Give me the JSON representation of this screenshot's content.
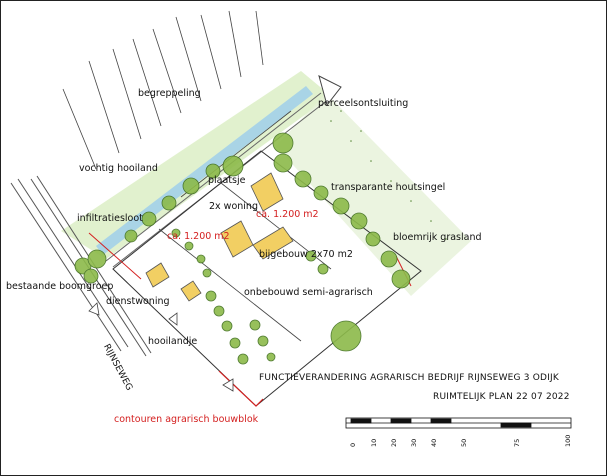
{
  "labels": {
    "begreppeling": "begreppeling",
    "perceelsontsluiting": "perceelsontsluiting",
    "vochtig_hooiland": "vochtig hooiland",
    "plaatsje": "plaatsje",
    "transparante_houtsingel": "transparante houtsingel",
    "infiltratiesloot": "infiltratiesloot",
    "woning": "2x woning",
    "area_1": "ca. 1.200 m2",
    "area_2": "ca. 1.200 m2",
    "bloemrijk_grasland": "bloemrijk grasland",
    "bijgebouw": "bijgebouw 2x70 m2",
    "bestaande_boomgroep": "bestaande boomgroep",
    "dienstwoning": "dienstwoning",
    "onbebouwd": "onbebouwd semi-agrarisch",
    "hooilandje": "hooilandje",
    "rijnseweg": "RIJNSEWEG",
    "contouren": "contouren agrarisch bouwblok"
  },
  "title": {
    "line1": "FUNCTIEVERANDERING AGRARISCH BEDRIJF   RIJNSEWEG 3  ODIJK",
    "line2": "RUIMTELIJK PLAN 22 07 2022"
  },
  "scale": {
    "ticks": [
      "0",
      "10",
      "20",
      "30",
      "40",
      "50",
      "75",
      "100"
    ]
  },
  "colors": {
    "red": "#d42020",
    "tree": "#8cba4a",
    "tree_dark": "#3f6e1e",
    "water": "#a9d4e6",
    "building": "#f2cf63",
    "meadow": "#dcefc6"
  }
}
